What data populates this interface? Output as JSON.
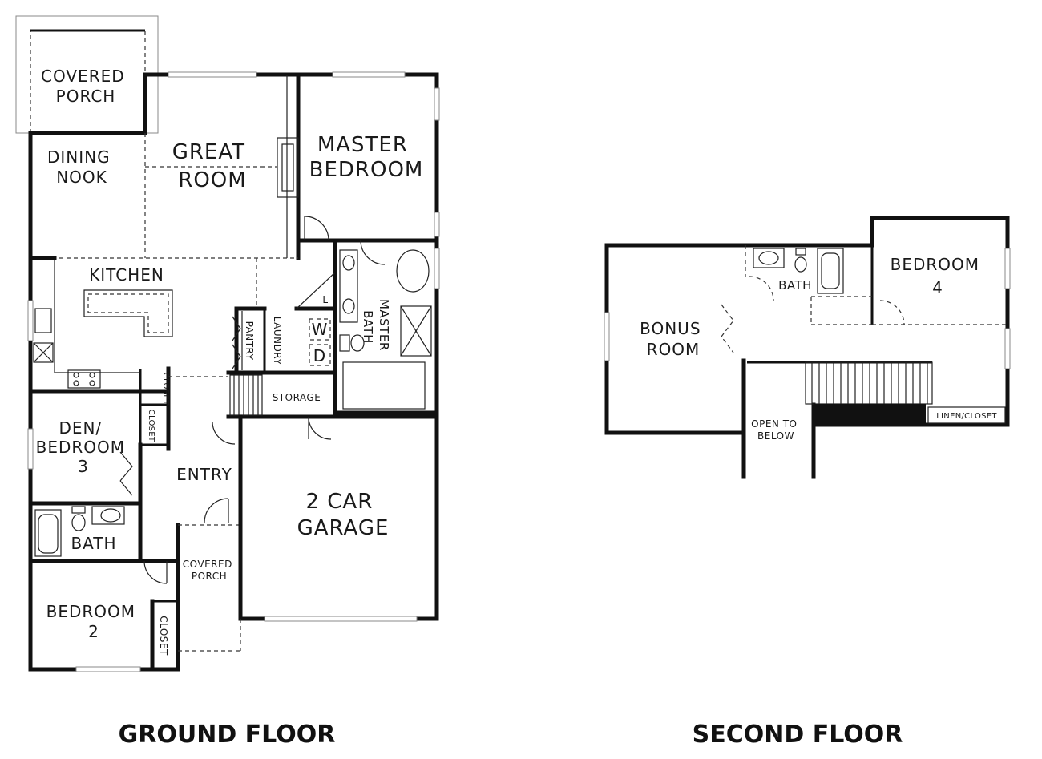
{
  "ground_floor": {
    "title": "GROUND FLOOR",
    "rooms": {
      "covered_porch_rear": [
        "COVERED",
        "PORCH"
      ],
      "dining_nook": [
        "DINING",
        "NOOK"
      ],
      "great_room": [
        "GREAT",
        "ROOM"
      ],
      "master_bedroom": [
        "MASTER",
        "BEDROOM"
      ],
      "kitchen": "KITCHEN",
      "pantry": "PANTRY",
      "laundry": "LAUNDRY",
      "washer": "W",
      "dryer": "D",
      "linen": "L",
      "master_bath": [
        "MASTER",
        "BATH"
      ],
      "storage": "STORAGE",
      "closet_kitchen": "CLOSET",
      "closet_den": "CLOSET",
      "den": [
        "DEN/",
        "BEDROOM",
        "3"
      ],
      "entry": "ENTRY",
      "garage": [
        "2 CAR",
        "GARAGE"
      ],
      "bath": "BATH",
      "covered_porch_front": [
        "COVERED",
        "PORCH"
      ],
      "bedroom_2": [
        "BEDROOM",
        "2"
      ],
      "closet_bedroom_2": "CLOSET"
    }
  },
  "second_floor": {
    "title": "SECOND FLOOR",
    "rooms": {
      "bonus_room": [
        "BONUS",
        "ROOM"
      ],
      "bath": "BATH",
      "bedroom_4": [
        "BEDROOM",
        "4"
      ],
      "open_to_below": [
        "OPEN TO",
        "BELOW"
      ],
      "linen_closet": "LINEN/CLOSET"
    }
  }
}
